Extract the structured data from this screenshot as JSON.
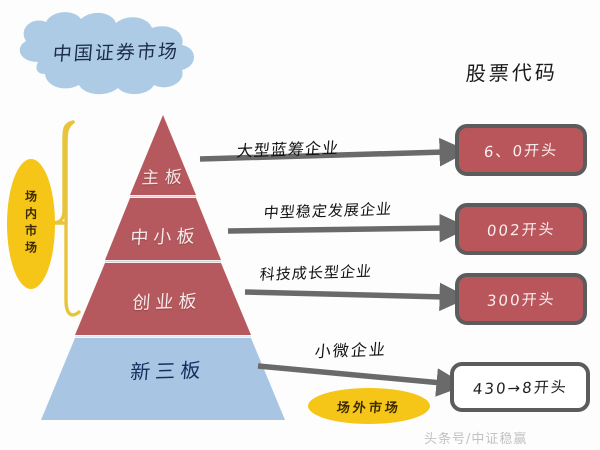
{
  "diagram": {
    "title": "中国证券市场",
    "right_heading": "股票代码",
    "watermark": "头条号/中证稳赢"
  },
  "pyramid": {
    "tiers": [
      {
        "label": "主板",
        "color": "#b5595e",
        "text_color": "#f6e6e6"
      },
      {
        "label": "中小板",
        "color": "#b5595e",
        "text_color": "#f7eaea"
      },
      {
        "label": "创业板",
        "color": "#b5595e",
        "text_color": "#f7eaea"
      },
      {
        "label": "新三板",
        "color": "#a8c5e3",
        "text_color": "#12305c"
      }
    ]
  },
  "arrows": [
    {
      "caption": "大型蓝筹企业"
    },
    {
      "caption": "中型稳定发展企业"
    },
    {
      "caption": "科技成长型企业"
    },
    {
      "caption": "小微企业"
    }
  ],
  "code_boxes": [
    {
      "label": "6、0开头",
      "style": "filled"
    },
    {
      "label": "002开头",
      "style": "filled"
    },
    {
      "label": "300开头",
      "style": "filled"
    },
    {
      "label": "430→8开头",
      "style": "hollow"
    }
  ],
  "markets": {
    "inside": "场内市场",
    "outside": "场外市场"
  },
  "colors": {
    "cloud_fill": "#a9c8e4",
    "pyramid_red": "#b5595e",
    "pyramid_blue": "#a8c5e3",
    "oval_yellow": "#f5c518",
    "brace_yellow": "#e8c43c",
    "arrow_gray": "#6a6a6a",
    "box_border": "#5c5c5c",
    "box_fill": "#b8565c"
  }
}
